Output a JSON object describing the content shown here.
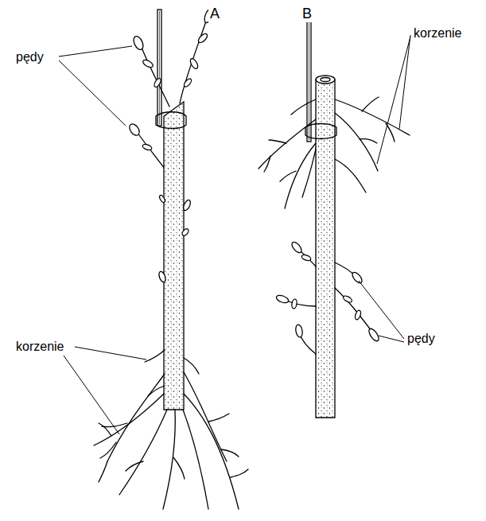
{
  "diagram": {
    "labels": [
      "A",
      "B",
      "pędy",
      "korzenie",
      "korzenie",
      "pędy"
    ]
  }
}
